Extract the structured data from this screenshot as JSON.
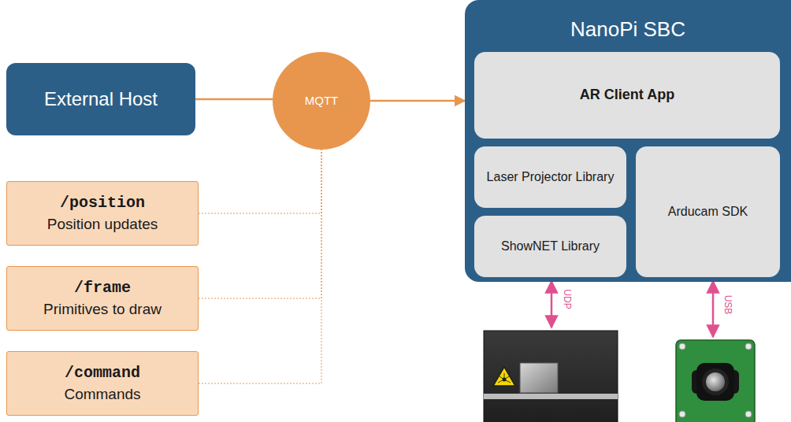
{
  "diagram": {
    "nodes": [
      {
        "text": [
          "External Host"
        ]
      },
      {
        "text": [
          "MQTT"
        ]
      },
      {
        "text": [
          "/position",
          "Position updates"
        ]
      },
      {
        "text": [
          "/frame",
          "Primitives to draw"
        ]
      },
      {
        "text": [
          "/command",
          "Commands"
        ]
      },
      {
        "text": [
          "NanoPi SBC"
        ]
      },
      {
        "text": [
          "AR Client App"
        ],
        "in": 5
      },
      {
        "text": [
          "Laser Projector Library"
        ],
        "in": 5
      },
      {
        "text": [
          "ShowNET Library"
        ],
        "in": 5
      },
      {
        "text": [
          "Arducam SDK"
        ],
        "in": 5
      }
    ],
    "edges": [
      {
        "from": 0,
        "to": 1,
        "arrow": "none"
      },
      {
        "from": 1,
        "to": 5,
        "arrow": "to"
      },
      {
        "from": 2,
        "to": 1,
        "arrow": "none"
      },
      {
        "from": 3,
        "to": 1,
        "arrow": "none"
      },
      {
        "from": 4,
        "to": 1,
        "arrow": "none"
      }
    ],
    "labels": [
      "UDP",
      "USB"
    ]
  }
}
